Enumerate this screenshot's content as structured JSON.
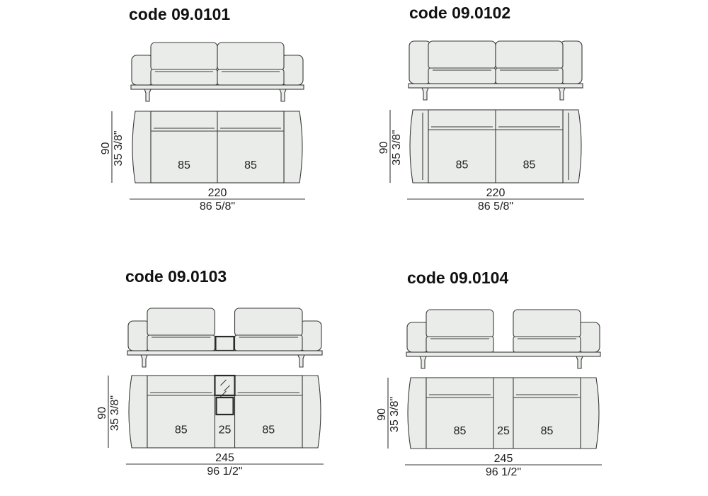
{
  "models": [
    {
      "code": "code 09.0101",
      "variant": "standard-arms",
      "seats": [
        "85",
        "85"
      ],
      "depth_cm": "90",
      "depth_in": "35 3/8\"",
      "width_cm": "220",
      "width_in": "86 5/8\""
    },
    {
      "code": "code 09.0102",
      "variant": "high-arms",
      "seats": [
        "85",
        "85"
      ],
      "depth_cm": "90",
      "depth_in": "35 3/8\"",
      "width_cm": "220",
      "width_in": "86 5/8\""
    },
    {
      "code": "code 09.0103",
      "variant": "central-table-glass",
      "seats": [
        "85",
        "25",
        "85"
      ],
      "depth_cm": "90",
      "depth_in": "35 3/8\"",
      "width_cm": "245",
      "width_in": "96 1/2\""
    },
    {
      "code": "code 09.0104",
      "variant": "central-gap",
      "seats": [
        "85",
        "25",
        "85"
      ],
      "depth_cm": "90",
      "depth_in": "35 3/8\"",
      "width_cm": "245",
      "width_in": "96 1/2\""
    }
  ],
  "colors": {
    "upholstery": "#e9ece9",
    "outline": "#3a3a3a"
  }
}
